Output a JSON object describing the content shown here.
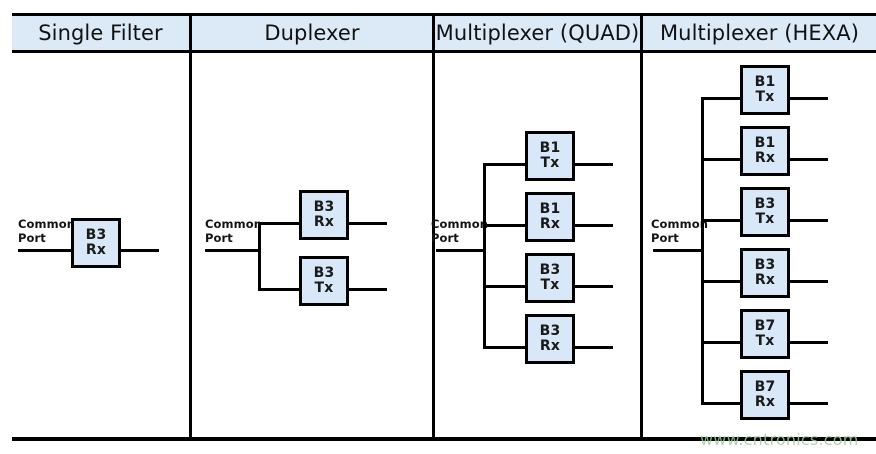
{
  "table": {
    "columns": [
      {
        "key": "single-filter",
        "header": "Single Filter",
        "port_label_line1": "Common",
        "port_label_line2": "Port",
        "blocks": [
          {
            "band": "B3",
            "dir": "Rx"
          }
        ]
      },
      {
        "key": "duplexer",
        "header": "Duplexer",
        "port_label_line1": "Common",
        "port_label_line2": "Port",
        "blocks": [
          {
            "band": "B3",
            "dir": "Rx"
          },
          {
            "band": "B3",
            "dir": "Tx"
          }
        ]
      },
      {
        "key": "multiplexer-quad",
        "header": "Multiplexer (QUAD)",
        "port_label_line1": "Common",
        "port_label_line2": "Port",
        "blocks": [
          {
            "band": "B1",
            "dir": "Tx"
          },
          {
            "band": "B1",
            "dir": "Rx"
          },
          {
            "band": "B3",
            "dir": "Tx"
          },
          {
            "band": "B3",
            "dir": "Rx"
          }
        ]
      },
      {
        "key": "multiplexer-hexa",
        "header": "Multiplexer (HEXA)",
        "port_label_line1": "Common",
        "port_label_line2": "Port",
        "blocks": [
          {
            "band": "B1",
            "dir": "Tx"
          },
          {
            "band": "B1",
            "dir": "Rx"
          },
          {
            "band": "B3",
            "dir": "Tx"
          },
          {
            "band": "B3",
            "dir": "Rx"
          },
          {
            "band": "B7",
            "dir": "Tx"
          },
          {
            "band": "B7",
            "dir": "Rx"
          }
        ]
      }
    ]
  },
  "watermark": {
    "text": "www.cntronics.com"
  },
  "colors": {
    "header_fill": "#dce9f7",
    "block_fill": "#d9e8f8",
    "block_stroke": "#000000",
    "rule": "#000000",
    "watermark": "#9fcf9f"
  }
}
